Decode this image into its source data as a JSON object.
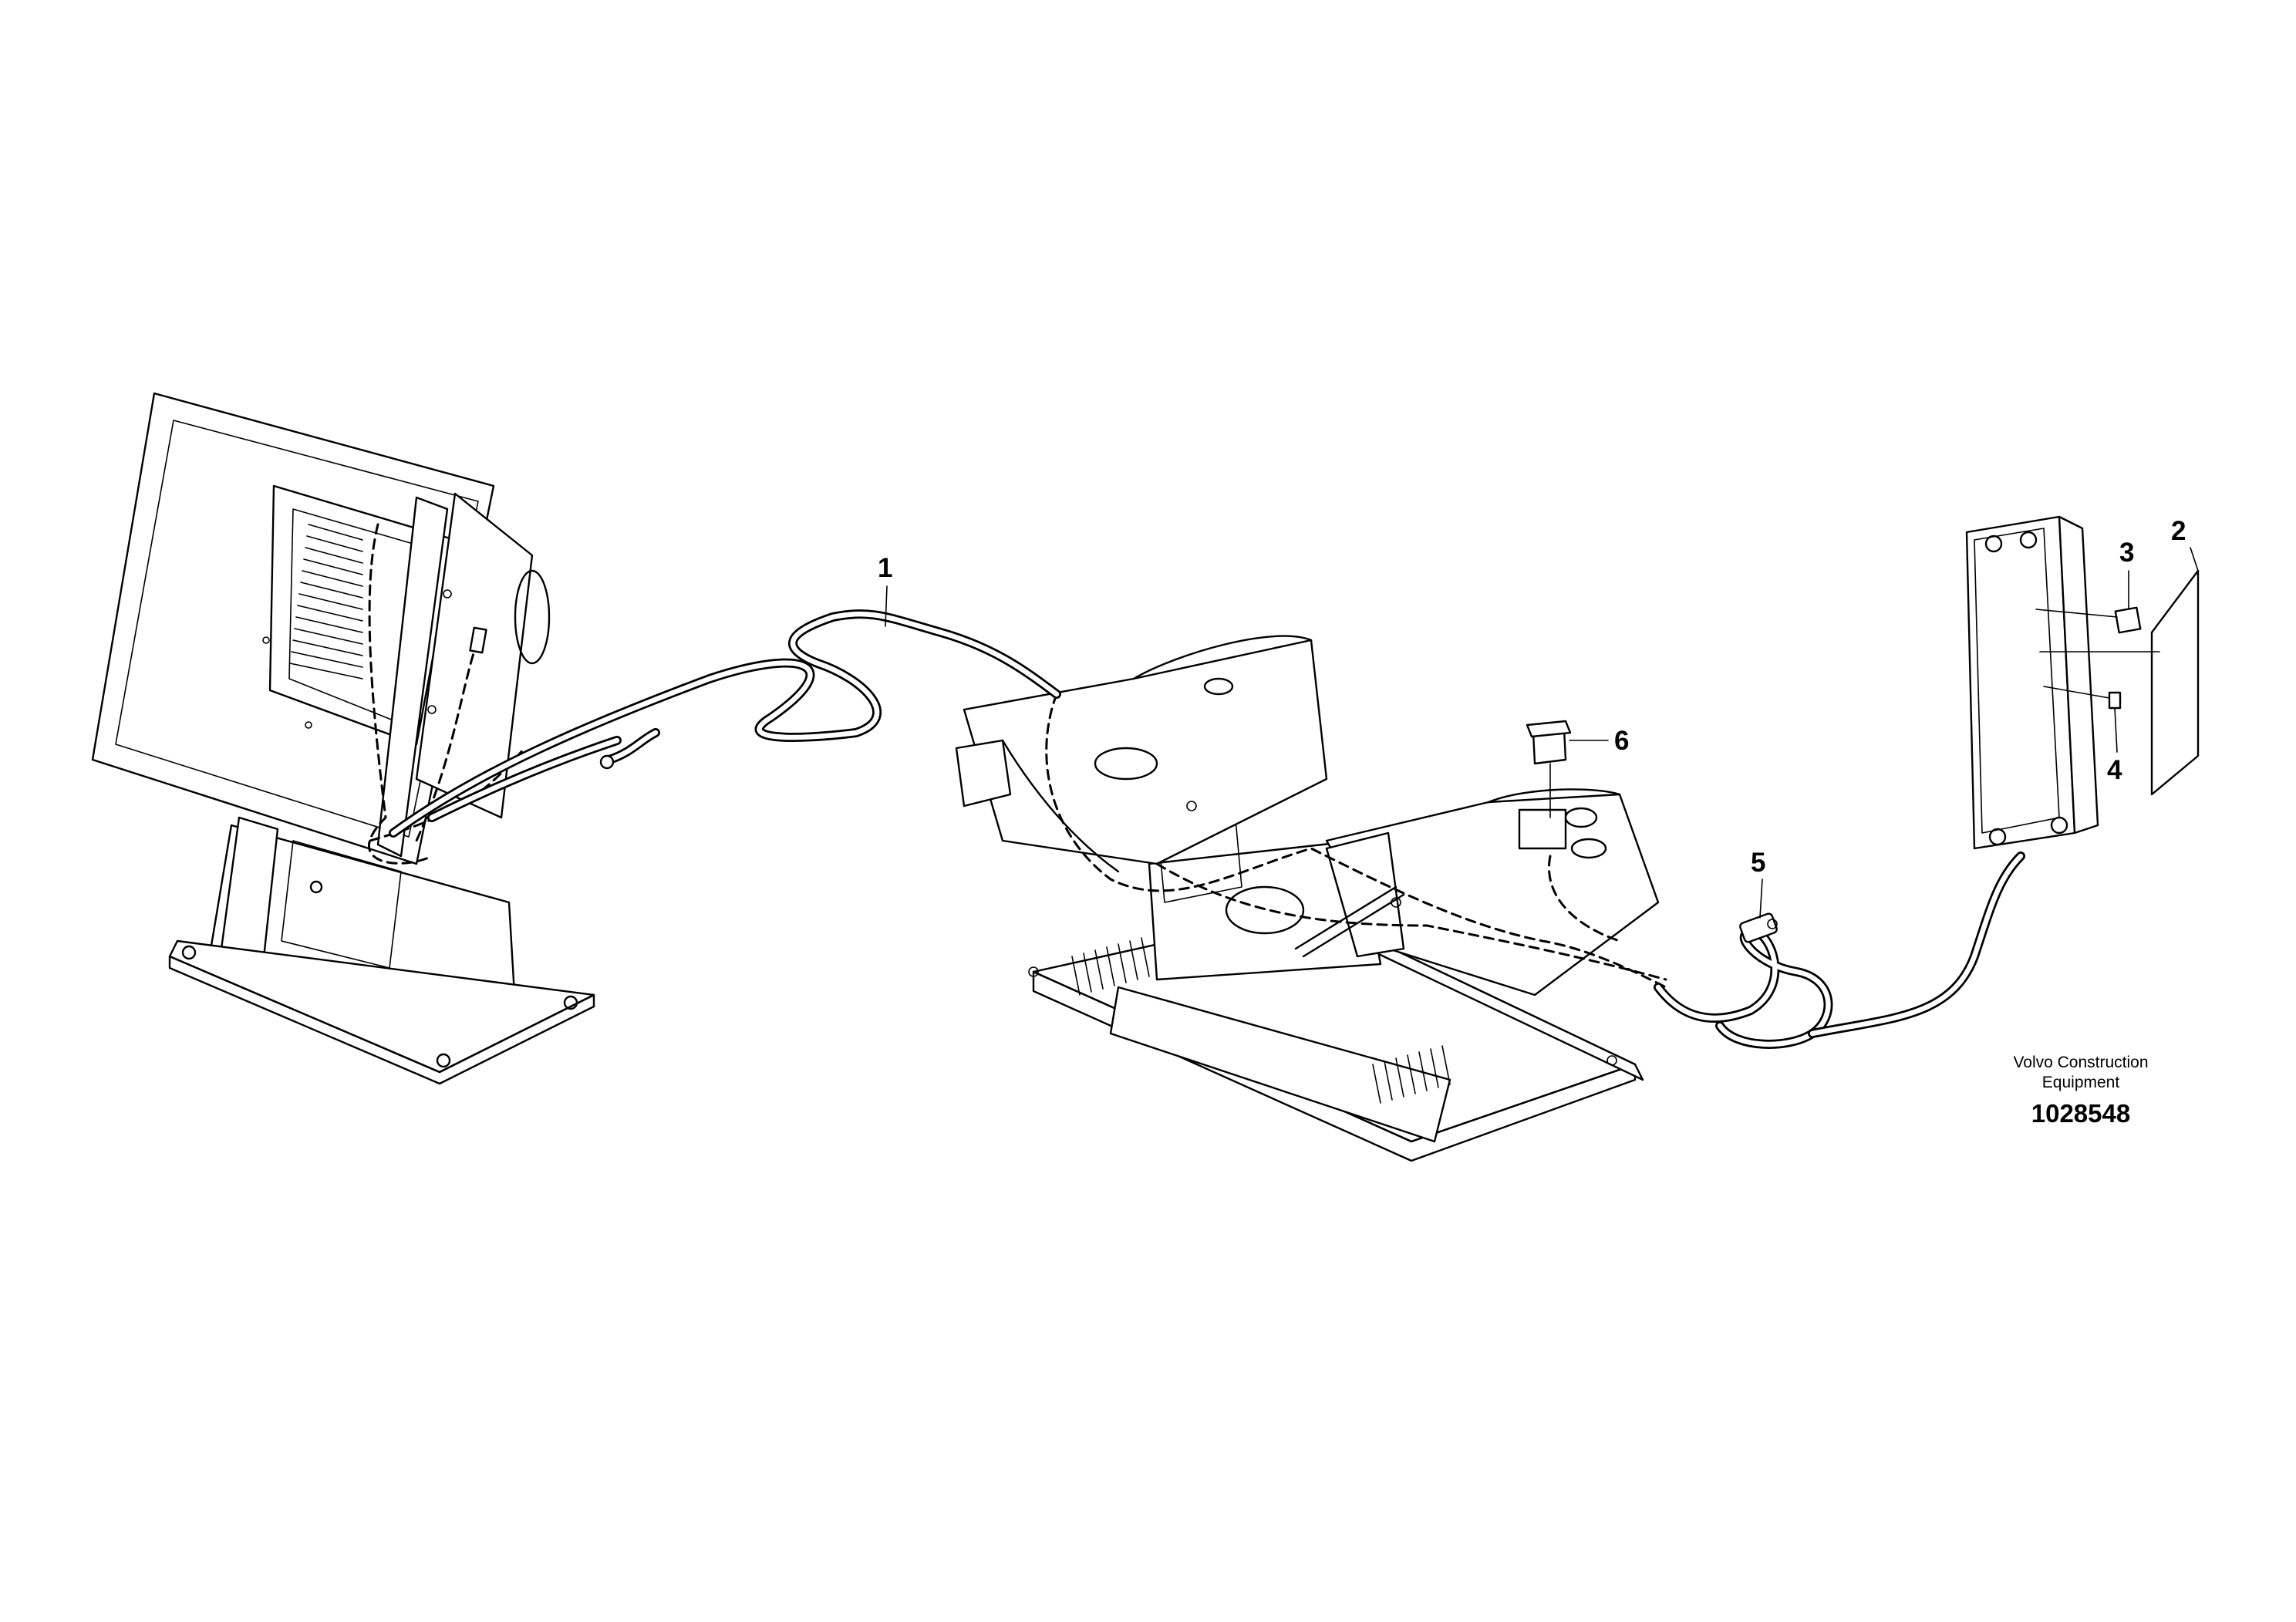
{
  "callouts": [
    {
      "id": "1",
      "label": "1"
    },
    {
      "id": "2",
      "label": "2"
    },
    {
      "id": "3",
      "label": "3"
    },
    {
      "id": "4",
      "label": "4"
    },
    {
      "id": "5",
      "label": "5"
    },
    {
      "id": "6",
      "label": "6"
    }
  ],
  "brand": {
    "line1": "Volvo Construction",
    "line2": "Equipment"
  },
  "drawing_number": "1028548",
  "colors": {
    "line": "#000000",
    "background": "#ffffff"
  }
}
